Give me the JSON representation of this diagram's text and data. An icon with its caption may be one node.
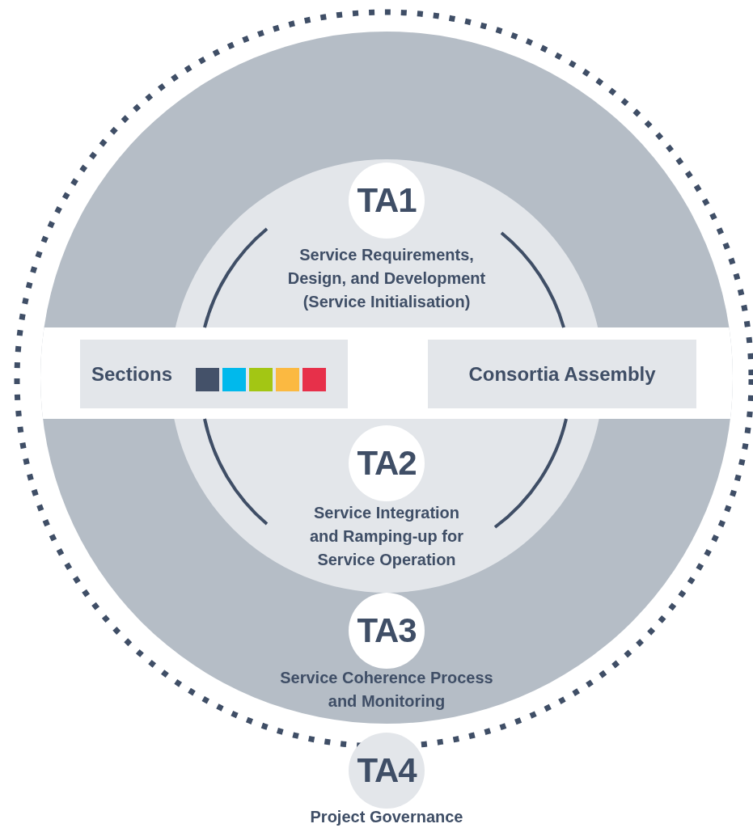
{
  "diagram": {
    "nodes": [
      {
        "text": [
          "TA4",
          "Project Governance"
        ]
      },
      {
        "text": [
          "TA3",
          "Service Coherence Process and Monitoring"
        ],
        "in": 0
      },
      {
        "text": [
          "TA1",
          "Service Requirements, Design, and Development (Service Initialisation)"
        ],
        "in": 1
      },
      {
        "text": [
          "TA2",
          "Service Integration and Ramping-up for Service Operation"
        ],
        "in": 1
      },
      {
        "text": [
          "Sections"
        ],
        "in": 1
      },
      {
        "text": [
          "Consortia Assembly"
        ],
        "in": 1
      }
    ]
  }
}
